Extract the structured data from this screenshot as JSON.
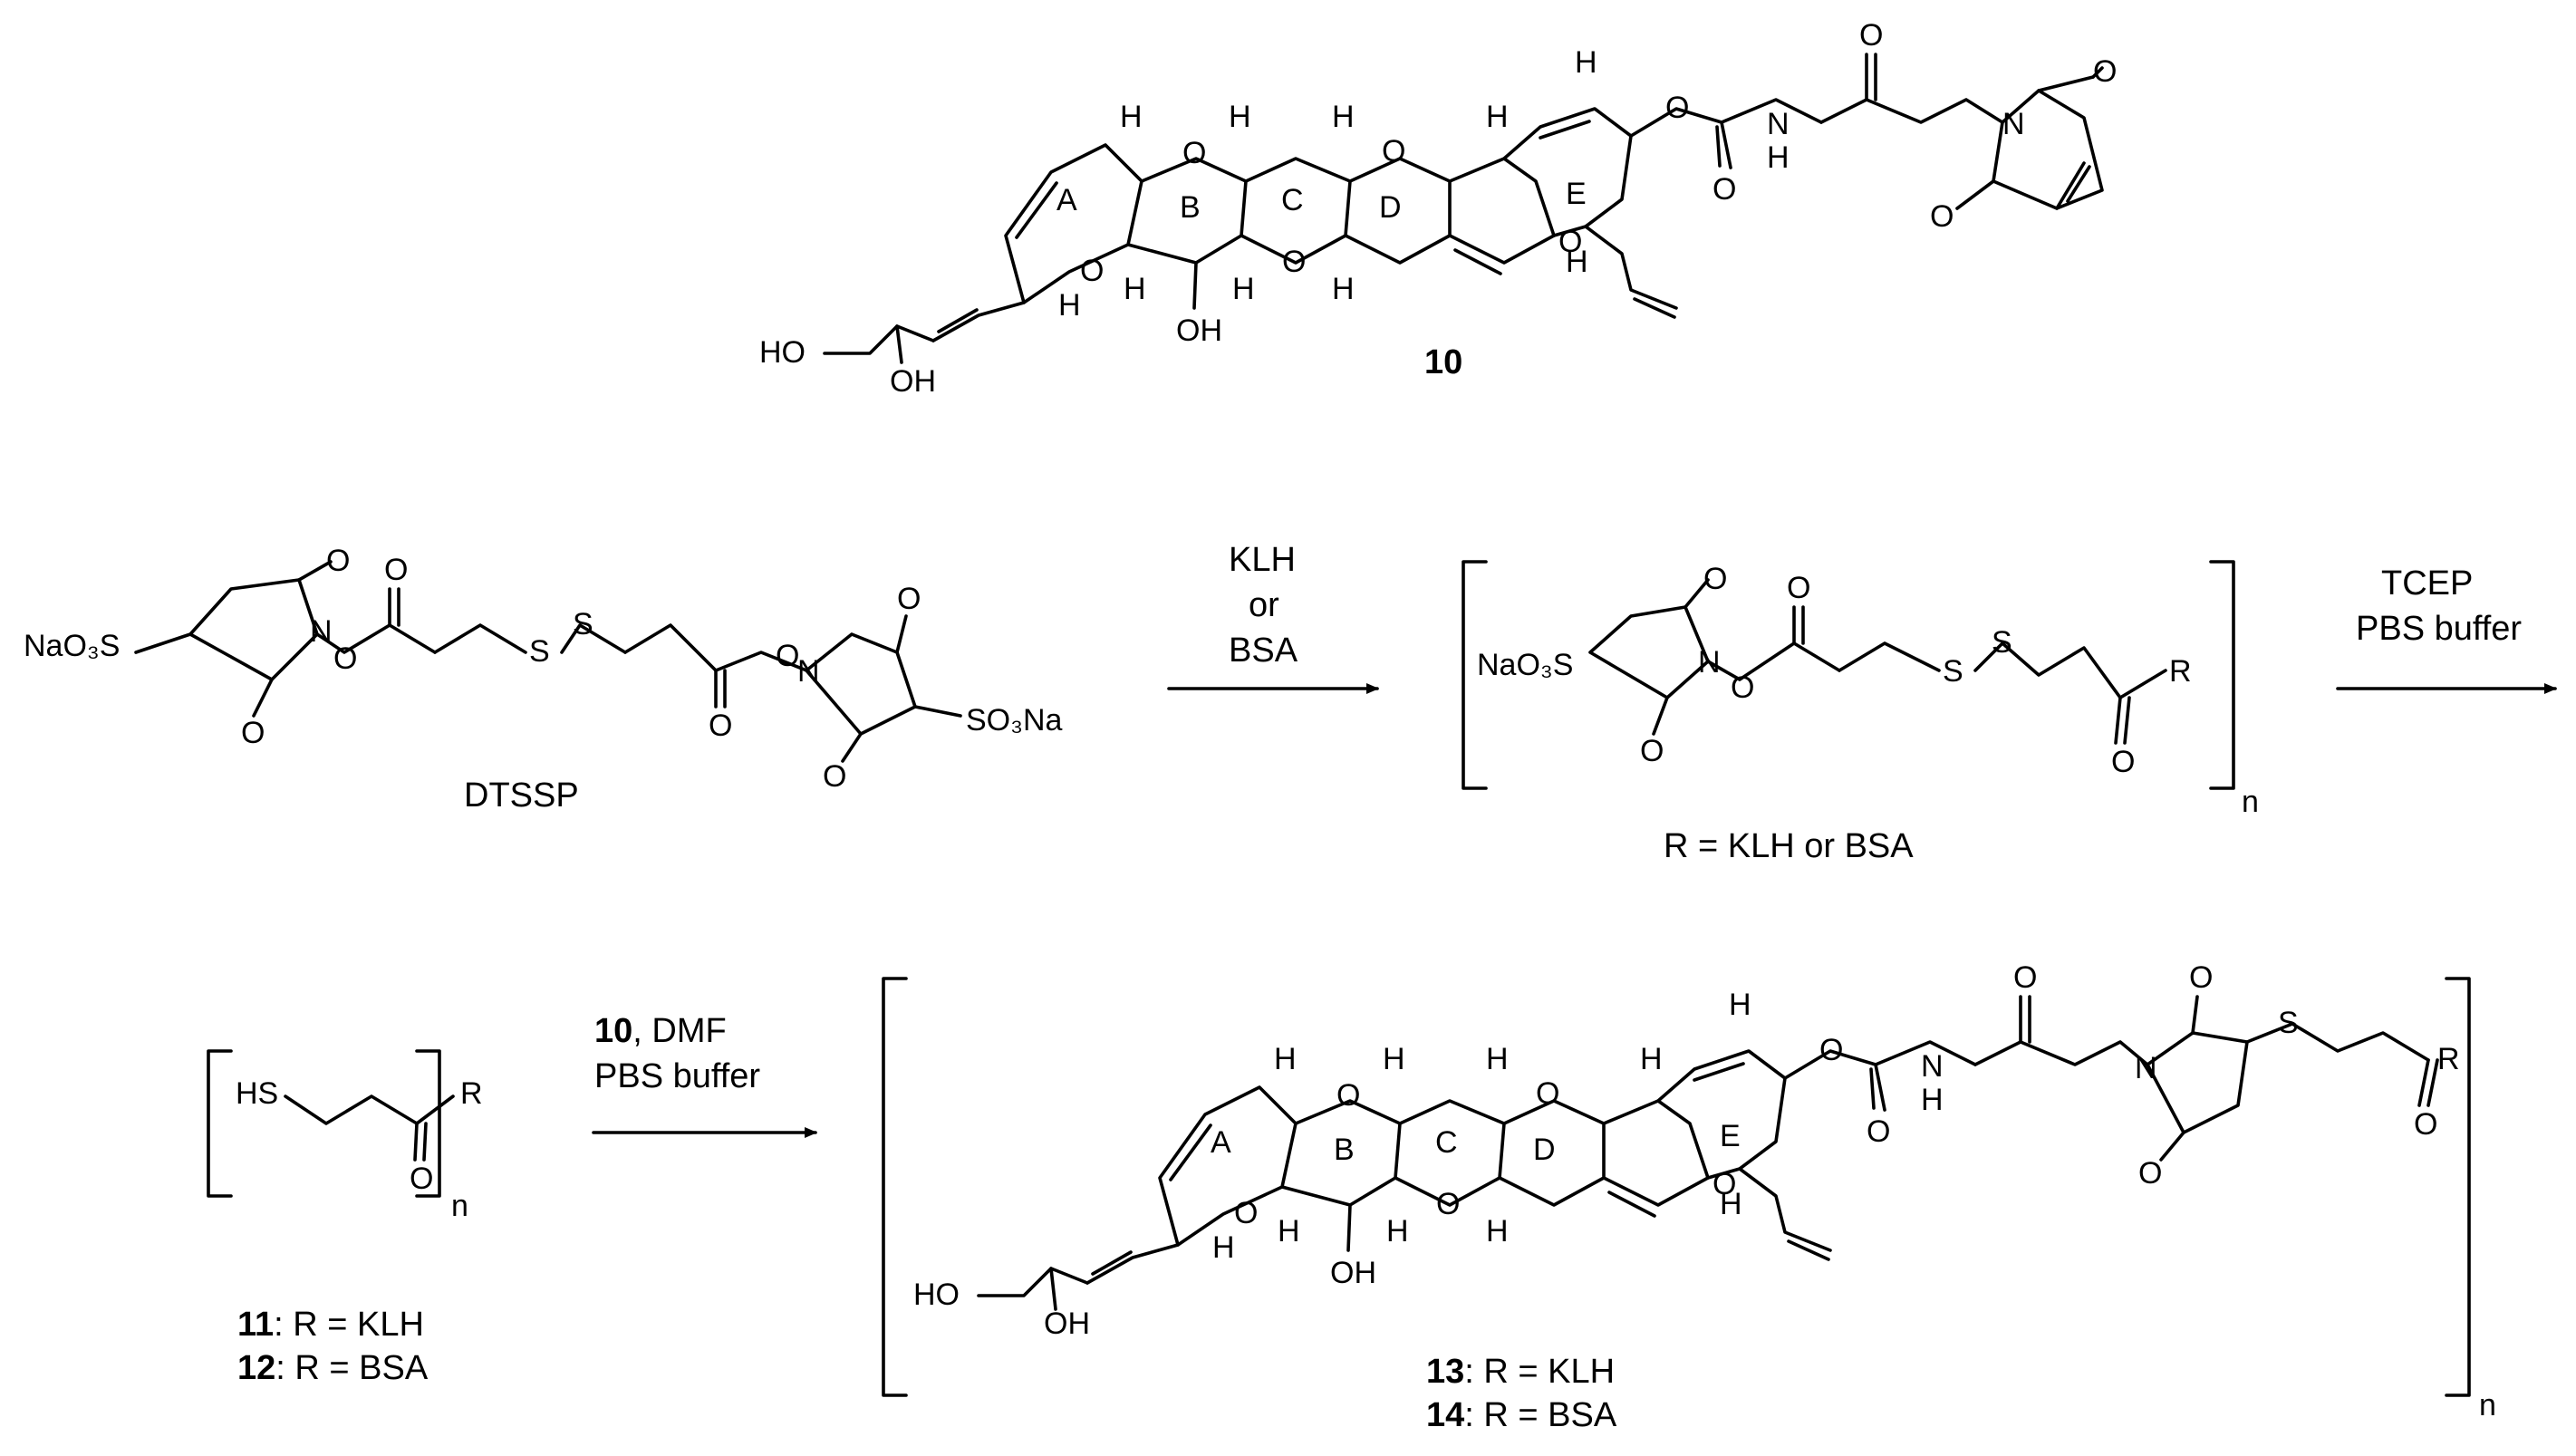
{
  "compound_10": {
    "number": "10",
    "rings": [
      "A",
      "B",
      "C",
      "D",
      "E"
    ],
    "hydroxyl_1": "HO",
    "hydroxyl_2": "OH",
    "hydroxyl_3": "OH",
    "hydrogen": "H",
    "oxygen": "O",
    "nitrogen": "N",
    "amide_h": "H"
  },
  "dtssp": {
    "name": "DTSSP",
    "sulfonate_left": "NaO₃S",
    "sulfonate_right": "SO₃Na",
    "sulfur": "S",
    "oxygen": "O",
    "nitrogen": "N"
  },
  "step1": {
    "reagent_1": "KLH",
    "reagent_2": "or",
    "reagent_3": "BSA"
  },
  "intermediate": {
    "sulfonate": "NaO₃S",
    "r_label": "R",
    "subscript": "n",
    "caption": "R = KLH or  BSA"
  },
  "step2": {
    "reagent_1": "TCEP",
    "reagent_2": "PBS buffer"
  },
  "thiol": {
    "sh": "HS",
    "r_label": "R",
    "oxygen": "O",
    "subscript": "n",
    "caption_1_num": "11",
    "caption_1_text": ": R = KLH",
    "caption_2_num": "12",
    "caption_2_text": ": R = BSA"
  },
  "step3": {
    "reagent_num": "10",
    "reagent_1_text": ", DMF",
    "reagent_2": "PBS buffer"
  },
  "conjugate": {
    "r_label": "R",
    "subscript": "n",
    "sulfur": "S",
    "caption_1_num": "13",
    "caption_1_text": ": R = KLH",
    "caption_2_num": "14",
    "caption_2_text": ": R = BSA"
  }
}
